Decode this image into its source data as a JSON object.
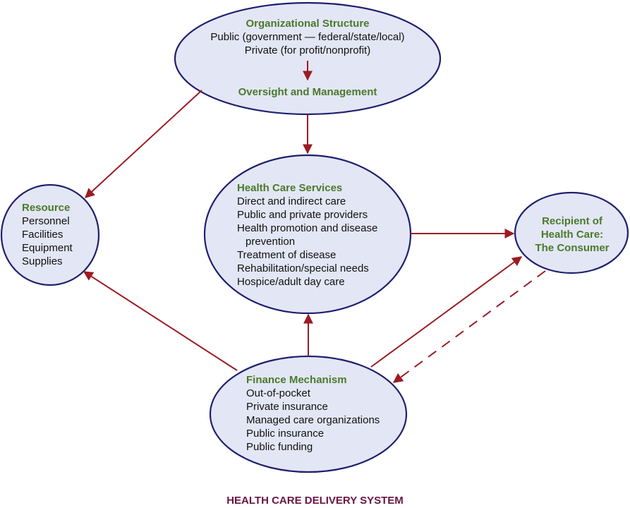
{
  "title": "HEALTH CARE DELIVERY SYSTEM",
  "colors": {
    "node_fill": "#e3e6f4",
    "node_border": "#1f1f6e",
    "arrow": "#9b1b24",
    "heading": "#4a7a2c",
    "title": "#6a1446"
  },
  "nodes": {
    "organizational_structure": {
      "heading": "Organizational Structure",
      "lines": [
        "Public (government — federal/state/local)",
        "Private (for profit/nonprofit)"
      ],
      "subheading": "Oversight and Management"
    },
    "resource": {
      "heading": "Resource",
      "lines": [
        "Personnel",
        "Facilities",
        "Equipment",
        "Supplies"
      ]
    },
    "health_care_services": {
      "heading": "Health Care Services",
      "lines": [
        "Direct and indirect care",
        "Public and private providers",
        "Health promotion and disease",
        "prevention",
        "Treatment of disease",
        "Rehabilitation/special needs",
        "Hospice/adult day care"
      ]
    },
    "recipient": {
      "heading_lines": [
        "Recipient of",
        "Health Care:",
        "The Consumer"
      ]
    },
    "finance_mechanism": {
      "heading": "Finance Mechanism",
      "lines": [
        "Out-of-pocket",
        "Private insurance",
        "Managed care organizations",
        "Public insurance",
        "Public funding"
      ]
    }
  },
  "edges": [
    {
      "from": "organizational_structure",
      "to": "oversight_and_management",
      "style": "solid"
    },
    {
      "from": "organizational_structure",
      "to": "resource",
      "style": "solid"
    },
    {
      "from": "organizational_structure",
      "to": "health_care_services",
      "style": "solid"
    },
    {
      "from": "health_care_services",
      "to": "recipient",
      "style": "solid"
    },
    {
      "from": "finance_mechanism",
      "to": "resource",
      "style": "solid"
    },
    {
      "from": "finance_mechanism",
      "to": "health_care_services",
      "style": "solid"
    },
    {
      "from": "finance_mechanism",
      "to": "recipient",
      "style": "solid"
    },
    {
      "from": "recipient",
      "to": "finance_mechanism",
      "style": "dashed"
    }
  ]
}
